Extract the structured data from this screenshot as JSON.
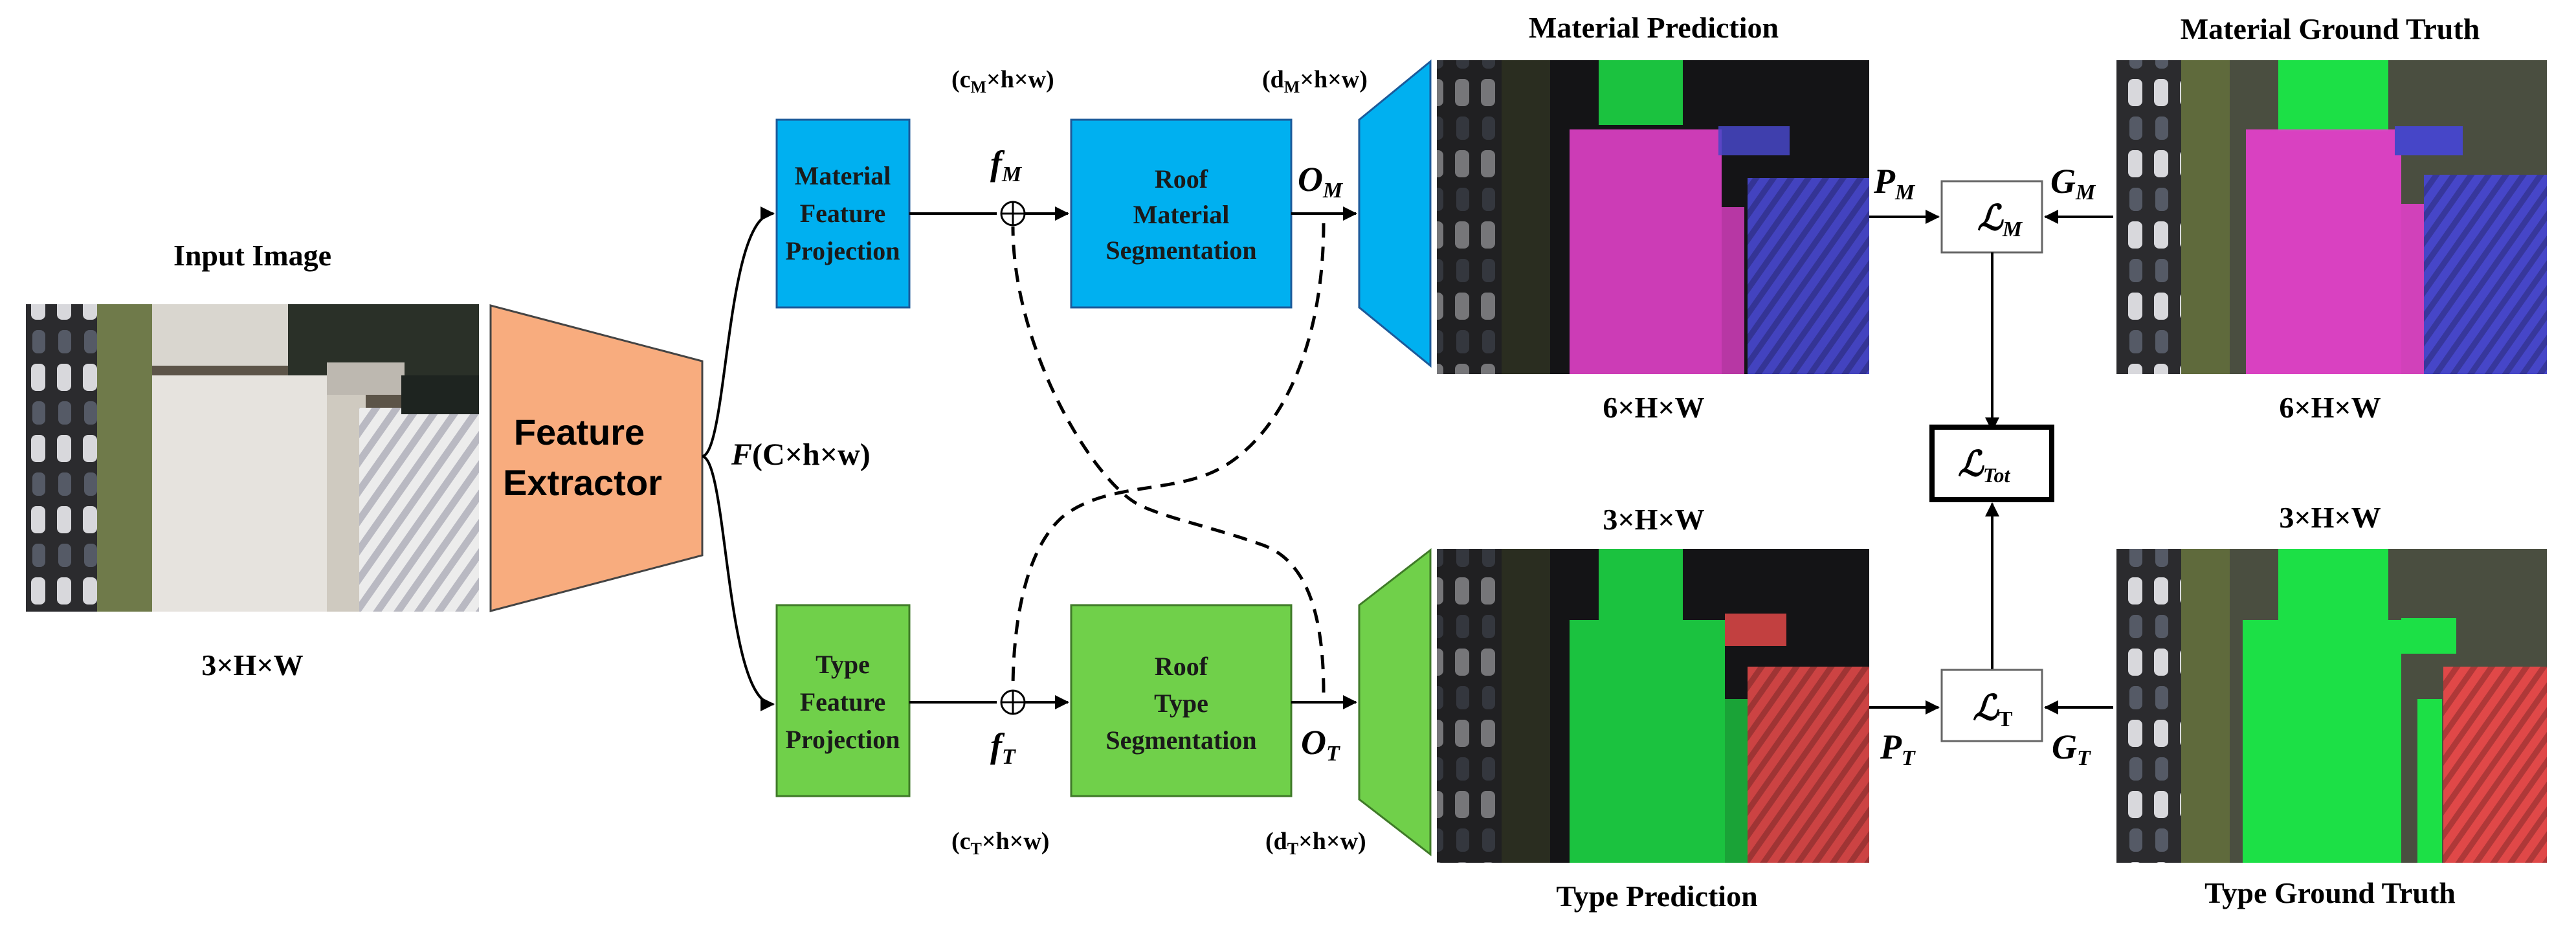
{
  "input": {
    "title": "Input Image",
    "dims": "3×H×W"
  },
  "extractor": {
    "line1": "Feature",
    "line2": "Extractor",
    "output_symbol": "F",
    "output_dims": "(C×h×w)"
  },
  "material_branch": {
    "projection_lines": [
      "Material",
      "Feature",
      "Projection"
    ],
    "segmentation_lines": [
      "Roof",
      "Material",
      "Segmentation"
    ],
    "feat_symbol": "f",
    "feat_sub": "M",
    "feat_dims_pre": "(c",
    "feat_dims_sub": "M",
    "feat_dims_post": "×h×w)",
    "out_symbol": "O",
    "out_sub": "M",
    "out_dims_pre": "(d",
    "out_dims_sub": "M",
    "out_dims_post": "×h×w)",
    "pred_title": "Material Prediction",
    "pred_dims": "6×H×W",
    "pred_symbol": "P",
    "pred_sub": "M",
    "gt_title": "Material Ground Truth",
    "gt_dims": "6×H×W",
    "gt_symbol": "G",
    "gt_sub": "M",
    "loss_symbol": "ℒ",
    "loss_sub": "M"
  },
  "type_branch": {
    "projection_lines": [
      "Type",
      "Feature",
      "Projection"
    ],
    "segmentation_lines": [
      "Roof",
      "Type",
      "Segmentation"
    ],
    "feat_symbol": "f",
    "feat_sub": "T",
    "feat_dims_pre": "(c",
    "feat_dims_sub": "T",
    "feat_dims_post": "×h×w)",
    "out_symbol": "O",
    "out_sub": "T",
    "out_dims_pre": "(d",
    "out_dims_sub": "T",
    "out_dims_post": "×h×w)",
    "pred_title": "Type Prediction",
    "pred_dims": "3×H×W",
    "pred_symbol": "P",
    "pred_sub": "T",
    "gt_title": "Type Ground Truth",
    "gt_dims": "3×H×W",
    "gt_symbol": "G",
    "gt_sub": "T",
    "loss_symbol": "ℒ",
    "loss_sub": "T"
  },
  "total_loss": {
    "symbol": "ℒ",
    "sub": "Tot"
  },
  "colors": {
    "extractor": "#F8AC7E",
    "material": "#00B0F0",
    "type": "#70D04A",
    "magenta": "#E040C8",
    "blue": "#4646C8",
    "green": "#1CE046",
    "red": "#E04848"
  }
}
